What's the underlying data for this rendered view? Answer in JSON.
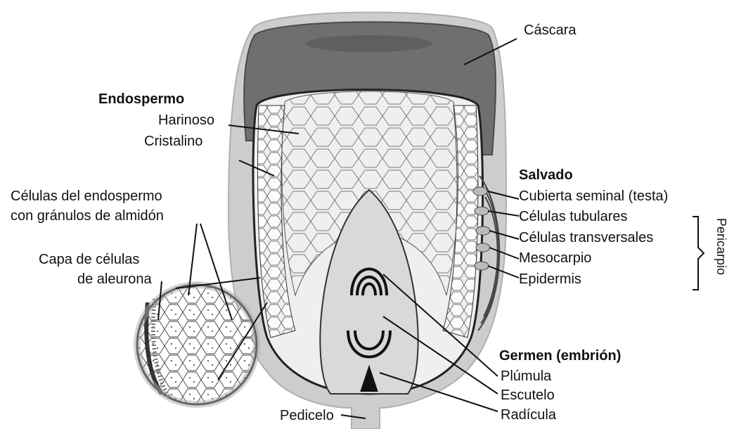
{
  "labels": {
    "cascara": "Cáscara",
    "endospermo": "Endospermo",
    "harinoso": "Harinoso",
    "cristalino": "Cristalino",
    "celulas_endospermo_l1": "Células del endospermo",
    "celulas_endospermo_l2": "con gránulos de almidón",
    "capa_aleurona_l1": "Capa de células",
    "capa_aleurona_l2": "de aleurona",
    "salvado": "Salvado",
    "cubierta_seminal": "Cubierta seminal (testa)",
    "celulas_tubulares": "Células tubulares",
    "celulas_transversales": "Células transversales",
    "mesocarpio": "Mesocarpio",
    "epidermis": "Epidermis",
    "pericarpio": "Pericarpio",
    "germen": "Germen (embrión)",
    "plumula": "Plúmula",
    "escutelo": "Escutelo",
    "radicula": "Radícula",
    "pedicelo": "Pedicelo"
  },
  "colors": {
    "husk_outer": "#cfcfcf",
    "husk_dark": "#6e6e6e",
    "endosperm": "#e9e9e9",
    "aleurone": "#9a9a9a",
    "germ": "#d6d6d6",
    "line": "#222222"
  }
}
